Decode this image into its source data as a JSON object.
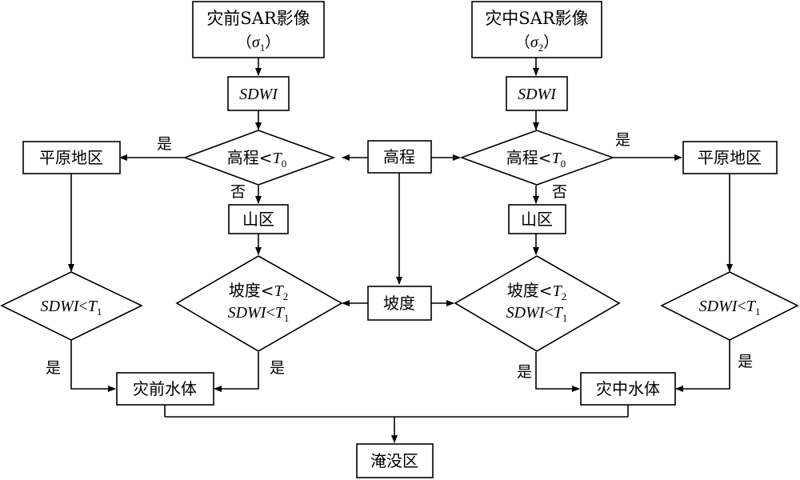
{
  "nodes": {
    "pre_sar": {
      "line1": "灾前SAR影像",
      "sigma": "σ",
      "sub": "1"
    },
    "mid_sar": {
      "line1": "灾中SAR影像",
      "sigma": "σ",
      "sub": "2"
    },
    "sdwi_left": {
      "label": "SDWI"
    },
    "sdwi_right": {
      "label": "SDWI"
    },
    "elev": {
      "label": "高程"
    },
    "slope": {
      "label": "坡度"
    },
    "elev_dec_left": {
      "text": "高程<",
      "var": "T",
      "sub": "0"
    },
    "elev_dec_right": {
      "text": "高程<",
      "var": "T",
      "sub": "0"
    },
    "plain_left": {
      "label": "平原地区"
    },
    "plain_right": {
      "label": "平原地区"
    },
    "mountain_left": {
      "label": "山区"
    },
    "mountain_right": {
      "label": "山区"
    },
    "sdwi_dec_left": {
      "var1": "SDWI",
      "lt": "<",
      "var2": "T",
      "sub": "1"
    },
    "sdwi_dec_right": {
      "var1": "SDWI",
      "lt": "<",
      "var2": "T",
      "sub": "1"
    },
    "mtn_dec_left": {
      "l1_text": "坡度<",
      "l1_var": "T",
      "l1_sub": "2",
      "l2_var": "SDWI",
      "l2_lt": "<",
      "l2_var2": "T",
      "l2_sub": "1"
    },
    "mtn_dec_right": {
      "l1_text": "坡度<",
      "l1_var": "T",
      "l1_sub": "2",
      "l2_var": "SDWI",
      "l2_lt": "<",
      "l2_var2": "T",
      "l2_sub": "1"
    },
    "pre_water": {
      "label": "灾前水体"
    },
    "mid_water": {
      "label": "灾中水体"
    },
    "flood": {
      "label": "淹没区"
    }
  },
  "edge_labels": {
    "yes": "是",
    "no": "否"
  }
}
